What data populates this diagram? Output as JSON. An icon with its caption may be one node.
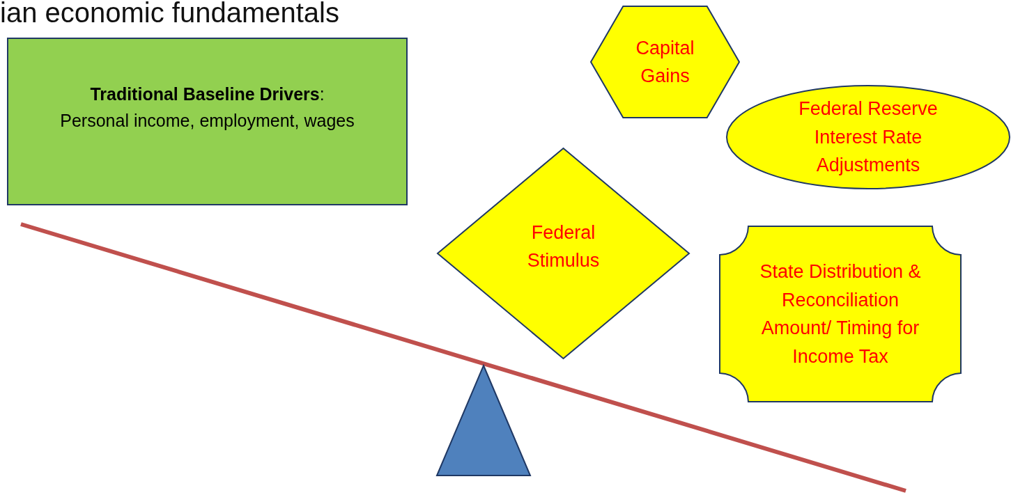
{
  "diagram": {
    "title": "ian economic fundamentals",
    "nodes": [
      {
        "text": [
          "**Traditional Baseline Drivers**: Personal income, employment, wages"
        ]
      },
      {
        "text": [
          "Capital Gains"
        ]
      },
      {
        "text": [
          "Federal Reserve Interest Rate Adjustments"
        ]
      },
      {
        "text": [
          "Federal Stimulus"
        ]
      },
      {
        "text": [
          "State Distribution & Reconciliation Amount/ Timing for Income Tax"
        ]
      }
    ]
  }
}
